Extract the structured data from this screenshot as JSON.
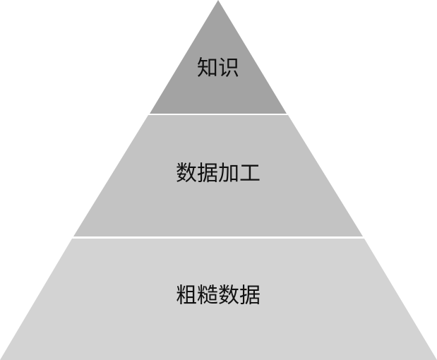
{
  "diagram": {
    "type": "pyramid",
    "tiers": [
      {
        "label": "知识",
        "fill": "#a3a3a3"
      },
      {
        "label": "数据加工",
        "fill": "#c3c3c3"
      },
      {
        "label": "粗糙数据",
        "fill": "#d3d3d3"
      }
    ],
    "separator_color": "#ffffff"
  }
}
